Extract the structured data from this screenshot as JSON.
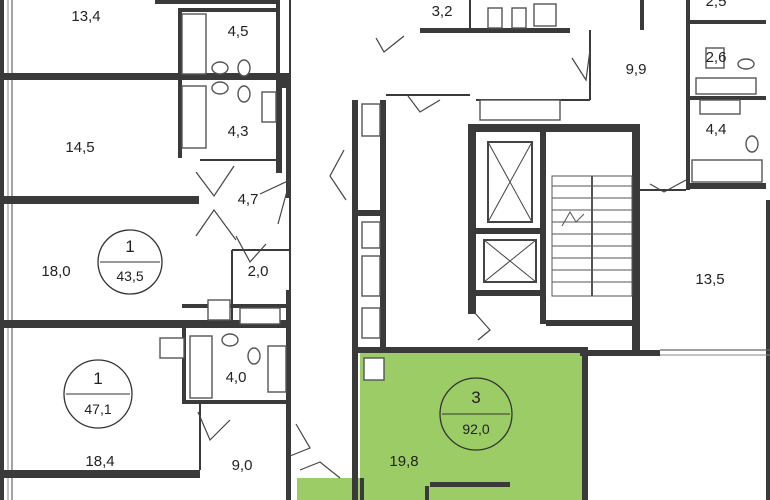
{
  "colors": {
    "wall": "#3a3a3a",
    "highlight": "#9ccc65",
    "background": "#ffffff"
  },
  "apartments": [
    {
      "id": "apt-a",
      "rooms": "1",
      "area": "43,5"
    },
    {
      "id": "apt-b",
      "rooms": "1",
      "area": "47,1"
    },
    {
      "id": "apt-c",
      "rooms": "3",
      "area": "92,0"
    }
  ],
  "rooms": [
    "13,4",
    "4,5",
    "3,2",
    "2,5",
    "2,6",
    "9,9",
    "14,5",
    "4,3",
    "4,4",
    "4,7",
    "18,0",
    "2,0",
    "13,5",
    "4,0",
    "18,4",
    "9,0",
    "19,8"
  ]
}
